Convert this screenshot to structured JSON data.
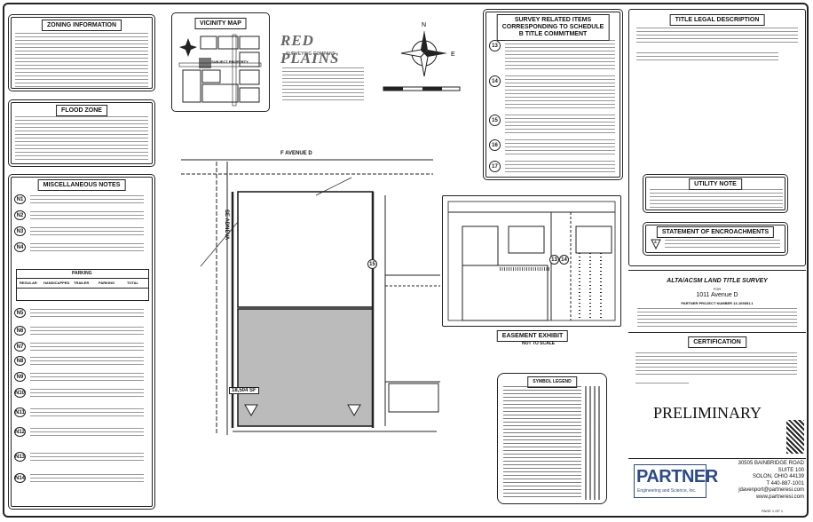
{
  "zoning": {
    "title": "ZONING INFORMATION"
  },
  "vicinity": {
    "title": "VICINITY MAP",
    "subject": "SUBJECT PROPERTY"
  },
  "logo": {
    "company": "RED PLAINS",
    "tagline": "SURVEYING COMPANY"
  },
  "flood": {
    "title": "FLOOD ZONE"
  },
  "misc": {
    "title": "MISCELLANEOUS NOTES",
    "table_title": "PARKING",
    "table_headers": [
      "REGULAR",
      "HANDICAPPED",
      "TRAILER",
      "PARKING",
      "TOTAL"
    ],
    "notes": [
      "N1",
      "N2",
      "N3",
      "N4",
      "N5",
      "N6",
      "N7",
      "N8",
      "N9",
      "N10",
      "N11",
      "N12",
      "N13",
      "N14"
    ]
  },
  "survey_items": {
    "title_line1": "SURVEY RELATED ITEMS",
    "title_line2": "CORRESPONDING TO SCHEDULE",
    "title_line3": "B TITLE COMMITMENT",
    "items": [
      "13",
      "14",
      "15",
      "16",
      "17"
    ]
  },
  "title_legal": {
    "title": "TITLE LEGAL DESCRIPTION"
  },
  "utility": {
    "title": "UTILITY NOTE"
  },
  "encroach": {
    "title": "STATEMENT OF ENCROACHMENTS",
    "marker": "A"
  },
  "plan": {
    "street": "F AVENUE D",
    "area_label": "18,504 SF",
    "side_road": "SE ADNEVA"
  },
  "easement": {
    "title": "EASEMENT EXHIBIT",
    "scale": "NOT TO SCALE",
    "tags": [
      "13",
      "14"
    ]
  },
  "legend": {
    "title": "SYMBOL LEGEND"
  },
  "alta": {
    "title": "ALTA/ACSM LAND TITLE SURVEY",
    "for": "FOR",
    "address": "1011 Avenue D",
    "project": "PARTNER PROJECT NUMBER 13-109851.1"
  },
  "cert": {
    "title": "CERTIFICATION",
    "status": "PRELIMINARY"
  },
  "partner": {
    "name": "PARTNER",
    "sub": "Engineering and Science, Inc.",
    "addr": [
      "30505 BAINBRIDGE ROAD",
      "SUITE 100",
      "SOLON, OHIO 44139",
      "T 440-887-1001",
      "jdavenport@partneresi.com",
      "www.partneresi.com"
    ],
    "sheet": "PAGE 1 OF 1"
  }
}
